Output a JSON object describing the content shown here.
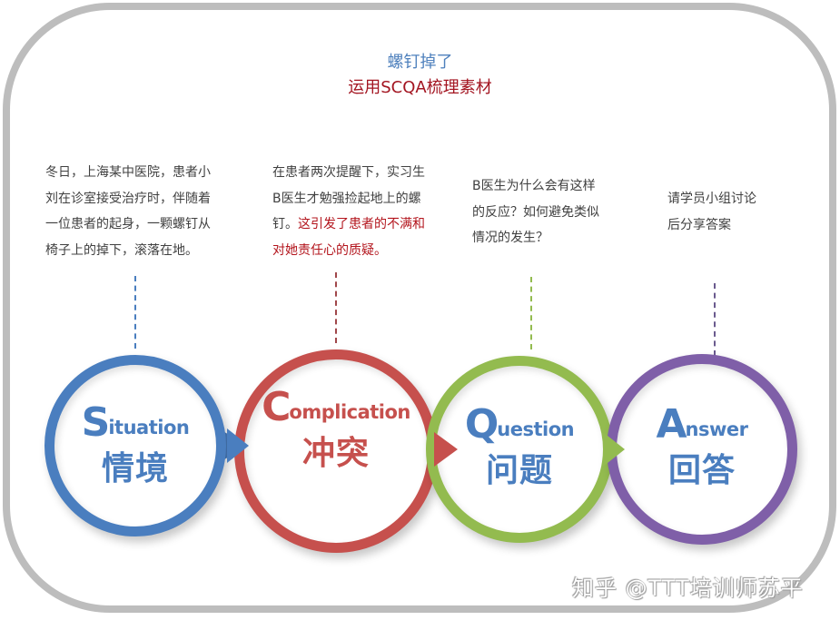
{
  "title": {
    "line1": "螺钉掉了",
    "line2": "运用SCQA梳理素材",
    "line1_color": "#4f81bd",
    "line2_color": "#a31521"
  },
  "steps": [
    {
      "key": "situation",
      "letter": "S",
      "rest": "ituation",
      "zh": "情境",
      "color": "#4a7ebf",
      "text_color": "#4a7ebf",
      "description": [
        "冬日，上海某中医院，患者小",
        "刘在诊室接受治疗时，伴随着",
        "一位患者的起身，一颗螺钉从",
        "椅子上的掉下，滚落在地。"
      ]
    },
    {
      "key": "complication",
      "letter": "C",
      "rest": "omplication",
      "zh": "冲突",
      "color": "#c6504d",
      "text_color": "#c6504d",
      "description_plain": [
        "在患者两次提醒下，实习生",
        "B医生才勉强捡起地上的螺",
        "钉。"
      ],
      "description_highlight": [
        "这引发了患者的不满和",
        "对她责任心的质疑。"
      ]
    },
    {
      "key": "question",
      "letter": "Q",
      "rest": "uestion",
      "zh": "问题",
      "color": "#93bb4f",
      "text_color": "#4a7ebf",
      "description": [
        "B医生为什么会有这样",
        "的反应？如何避免类似",
        "情况的发生？"
      ]
    },
    {
      "key": "answer",
      "letter": "A",
      "rest": "nswer",
      "zh": "回答",
      "color": "#7f5fa8",
      "text_color": "#4a7ebf",
      "description": [
        "请学员小组讨论",
        "后分享答案"
      ]
    }
  ],
  "watermark": "知乎 @TTT培训师苏平",
  "frame_color": "#bdbdbd"
}
